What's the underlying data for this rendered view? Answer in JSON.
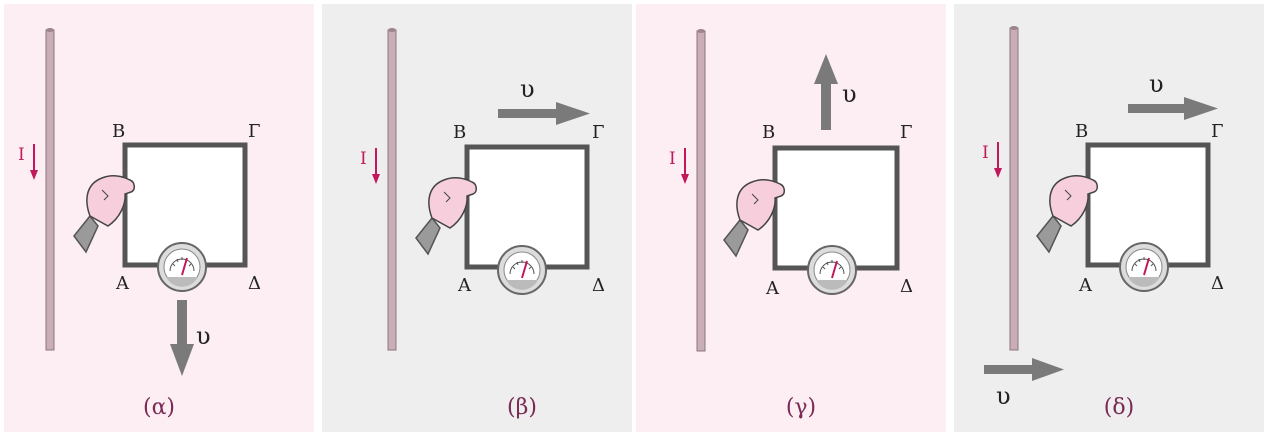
{
  "colors": {
    "pink_panel": "#fdeef4",
    "grey_panel": "#eeeeee",
    "wire": "#555555",
    "current": "#c2185b",
    "arrow": "#7a7a7a",
    "caption": "#7b2a55"
  },
  "icons": {
    "hand": "hand-icon",
    "meter": "galvanometer-icon",
    "wire": "straight-wire",
    "arrow": "velocity-arrow"
  },
  "current_label": "I",
  "velocity_label": "υ",
  "corners": {
    "a": "A",
    "b": "B",
    "g": "Γ",
    "d": "Δ"
  },
  "panels": [
    {
      "caption": "(α)",
      "background": "pink",
      "motion": "down"
    },
    {
      "caption": "(β)",
      "background": "grey",
      "motion": "right"
    },
    {
      "caption": "(γ)",
      "background": "pink",
      "motion": "up"
    },
    {
      "caption": "(δ)",
      "background": "grey",
      "motion": "wire-right"
    }
  ]
}
